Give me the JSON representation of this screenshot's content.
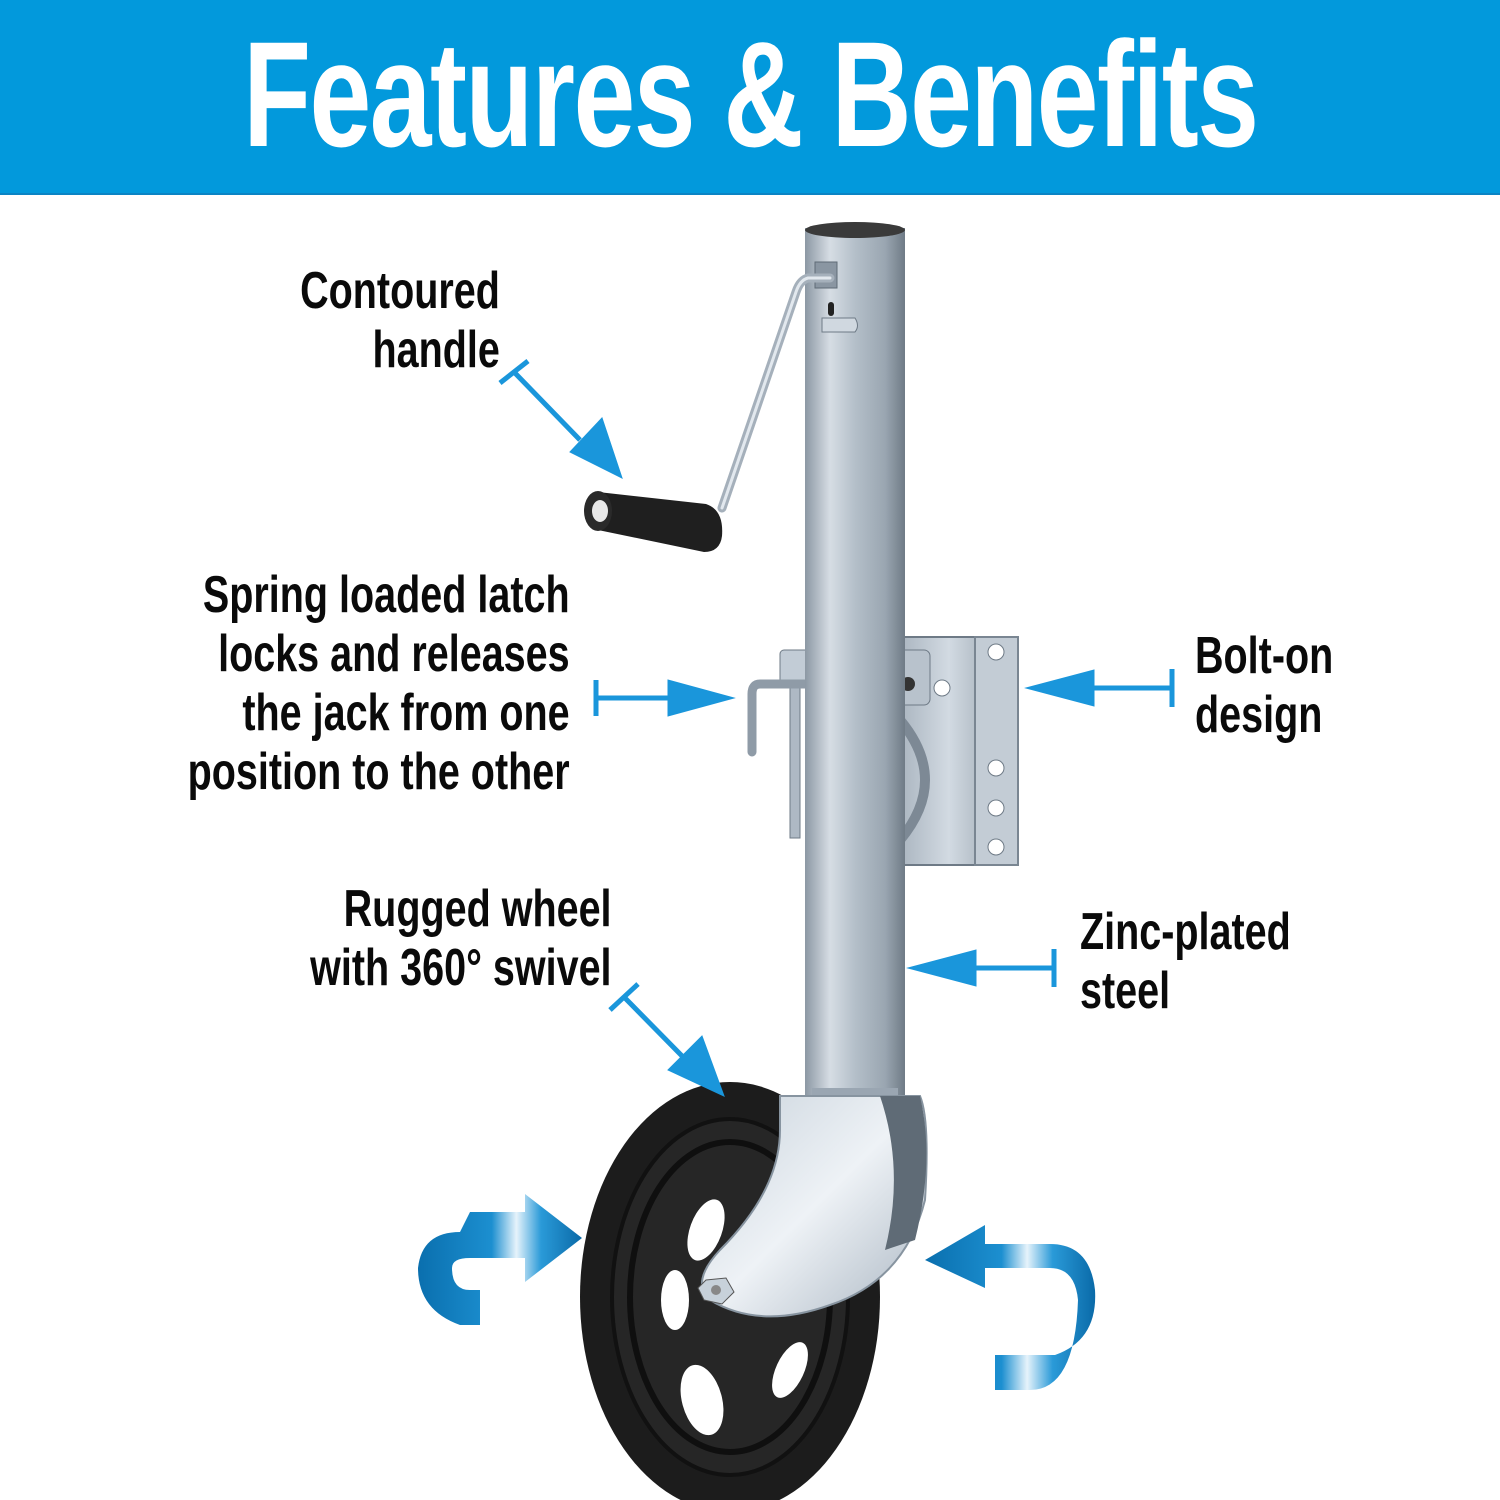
{
  "header": {
    "title": "Features & Benefits",
    "background_color": "#0299dc",
    "text_color": "#ffffff"
  },
  "callouts": [
    {
      "id": "contoured-handle",
      "lines": [
        "Contoured",
        "handle"
      ]
    },
    {
      "id": "spring-latch",
      "lines": [
        "Spring loaded latch",
        "locks and releases",
        "the jack from one",
        "position to the other"
      ]
    },
    {
      "id": "bolt-on",
      "lines": [
        "Bolt-on",
        "design"
      ]
    },
    {
      "id": "zinc-plated",
      "lines": [
        "Zinc-plated",
        "steel"
      ]
    },
    {
      "id": "rugged-wheel",
      "lines": [
        "Rugged wheel",
        "with 360° swivel"
      ]
    }
  ],
  "colors": {
    "accent": "#0299dc",
    "arrow": "#1a96db",
    "text": "#0a0a0a",
    "steel": "#b8c2cc",
    "rubber": "#1c1c1c"
  },
  "icons": {
    "callout-arrow": "pointer-arrow-icon",
    "swivel-arrows": "curved-rotate-arrow-icon"
  }
}
